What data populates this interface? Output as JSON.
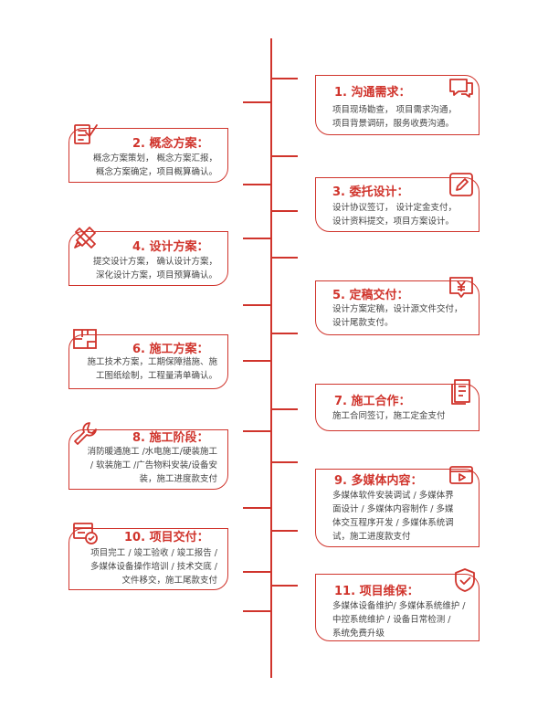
{
  "accent_color": "#d0342c",
  "steps": [
    {
      "num": "1.",
      "name": "沟通需求",
      "colon": "：",
      "icon": "chat-icon",
      "desc": [
        "项目现场勘查，  项目需求沟通，",
        "项目背景调研，服务收费沟通。"
      ]
    },
    {
      "num": "2.",
      "name": "概念方案",
      "colon": "：",
      "icon": "checklist-icon",
      "desc": [
        "概念方案策划，  概念方案汇报，",
        "概念方案确定，项目概算确认。"
      ]
    },
    {
      "num": "3.",
      "name": "委托设计",
      "colon": "：",
      "icon": "edit-icon",
      "desc": [
        "设计协议签订，  设计定金支付，",
        "设计资料提交，项目方案设计。"
      ]
    },
    {
      "num": "4.",
      "name": "设计方案",
      "colon": "：",
      "icon": "tools-icon",
      "desc": [
        "提交设计方案，  确认设计方案，",
        "深化设计方案，项目预算确认。"
      ]
    },
    {
      "num": "5.",
      "name": "定稿交付",
      "colon": "：",
      "icon": "yuan-icon",
      "desc": [
        "设计方案定稿，设计源文件交付，",
        "设计尾款支付。"
      ]
    },
    {
      "num": "6.",
      "name": "施工方案",
      "colon": "：",
      "icon": "floorplan-icon",
      "desc": [
        "施工技术方案，工期保障措施、施",
        "工图纸绘制，工程量清单确认。"
      ]
    },
    {
      "num": "7.",
      "name": "施工合作",
      "colon": "：",
      "icon": "documents-icon",
      "desc": [
        "施工合同签订，施工定金支付"
      ]
    },
    {
      "num": "8.",
      "name": "施工阶段",
      "colon": "：",
      "icon": "wrench-icon",
      "desc": [
        "消防暖通施工 /水电施工/硬装施工",
        "/ 软装施工 /广告物料安装/设备安",
        "装，施工进度款支付"
      ]
    },
    {
      "num": "9.",
      "name": "多媒体内容",
      "colon": "：",
      "icon": "media-icon",
      "desc": [
        "多媒体软件安装调试 / 多媒体界",
        "面设计 / 多媒体内容制作 / 多媒",
        "体交互程序开发 / 多媒体系统调",
        "试，施工进度款支付"
      ]
    },
    {
      "num": "10.",
      "name": "项目交付",
      "colon": "：",
      "icon": "delivery-icon",
      "desc": [
        "项目完工 / 竣工验收 / 竣工报告 /",
        "多媒体设备操作培训 / 技术交底 /",
        "文件移交，施工尾款支付"
      ]
    },
    {
      "num": "11.",
      "name": "项目维保",
      "colon": "：",
      "icon": "shield-check-icon",
      "desc": [
        "多媒体设备维护/ 多媒体系统维护 /",
        "中控系统维护 / 设备日常检测 /",
        "系统免费升级"
      ]
    }
  ]
}
